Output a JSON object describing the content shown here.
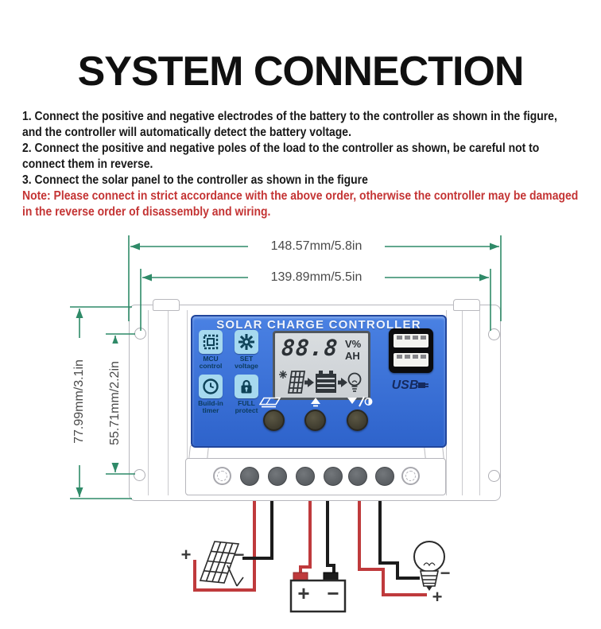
{
  "title": "SYSTEM CONNECTION",
  "instructions": {
    "lines": [
      "1. Connect the positive and negative electrodes of the battery to the controller as shown in the figure,",
      "and the controller will automatically detect the battery voltage.",
      "2. Connect the positive and negative poles of the load to the controller as shown, be careful not to",
      "connect them in reverse.",
      "3. Connect the solar panel to the controller as shown in the figure"
    ],
    "note_lines": [
      "Note: Please connect in strict accordance with the above order, otherwise the controller may be damaged",
      "in the reverse order of disassembly and wiring."
    ],
    "note_color": "#c43434"
  },
  "dimensions": {
    "outer_width": "148.57mm/5.8in",
    "inner_width": "139.89mm/5.5in",
    "outer_height": "77.99mm/3.1in",
    "inner_height": "55.71mm/2.2in",
    "line_color": "#2f8a68"
  },
  "controller": {
    "title": "SOLAR CHARGE CONTROLLER",
    "panel_color": "#3570d6",
    "badge_bg_color": "#a6d9ef",
    "badges": [
      {
        "icon": "mcu-chip-icon",
        "line1": "MCU",
        "line2": "control"
      },
      {
        "icon": "gear-icon",
        "line1": "SET",
        "line2": "voltage"
      },
      {
        "icon": "clock-icon",
        "line1": "Build-in",
        "line2": "timer"
      },
      {
        "icon": "padlock-icon",
        "line1": "FULL",
        "line2": "protect"
      }
    ],
    "lcd": {
      "value": "88.8",
      "unit_top": "V%",
      "unit_bottom": "AH",
      "icon_sequence": [
        "solar-panel",
        "arrow-right",
        "battery",
        "arrow-right",
        "bulb"
      ]
    },
    "buttons": [
      "solar-button",
      "up-button",
      "load-button"
    ],
    "usb_label": "USB"
  },
  "wiring": {
    "wire_red_color": "#bf3a3c",
    "wire_black_color": "#1c1c1c",
    "solar_plus": "+",
    "solar_minus": "−",
    "battery_plus": "+",
    "battery_minus": "−",
    "bulb_minus": "−",
    "bulb_plus": "+"
  }
}
